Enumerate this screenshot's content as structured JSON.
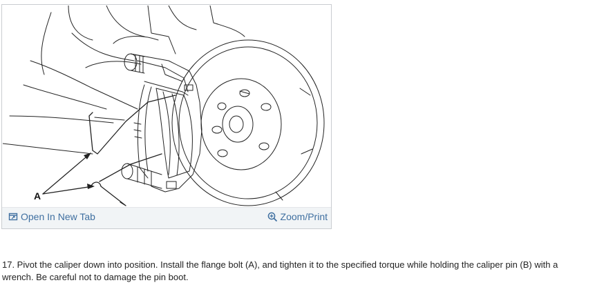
{
  "figure": {
    "callout_label": "A",
    "open_tab_label": "Open In New Tab",
    "zoom_print_label": "Zoom/Print"
  },
  "icons": {
    "open_tab": "open-tab-icon",
    "zoom": "zoom-in-icon"
  },
  "colors": {
    "link": "#3f6fa0",
    "toolbar_bg": "#f1f4f6",
    "border": "#c9ccd0",
    "text": "#222222"
  },
  "instructions": {
    "step_text": "17. Pivot the caliper down into position. Install the flange bolt (A), and tighten it to the specified torque while holding the caliper pin (B) with a wrench. Be careful not to damage the pin boot."
  }
}
